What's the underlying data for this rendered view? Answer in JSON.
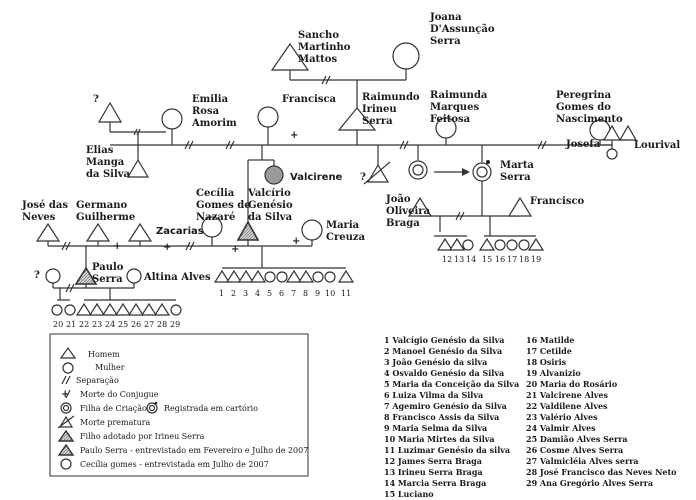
{
  "persons": {
    "sancho": [
      "Sancho",
      "Martinho",
      "Mattos"
    ],
    "joana": [
      "Joana",
      "D'Assunção",
      "Serra"
    ],
    "emilia": [
      "Emilia",
      "Rosa",
      "Amorim"
    ],
    "francisca": "Francisca",
    "raimundo_irineu": [
      "Raimundo",
      "Irineu",
      "Serra"
    ],
    "raimunda": [
      "Raimunda",
      "Marques",
      "Feitosa"
    ],
    "peregrina": [
      "Peregrina",
      "Gomes do",
      "Nascimento"
    ],
    "josefa": "Josefa",
    "lourival": "Lourival",
    "elias": [
      "Elias",
      "Manga",
      "da Silva"
    ],
    "valcirene": "Valcirene",
    "marta": [
      "Marta",
      "Serra"
    ],
    "joao_braga": [
      "João",
      "Oliveira",
      "Braga"
    ],
    "francisco": "Francisco",
    "jose_neves": [
      "José das",
      "Neves"
    ],
    "germano": [
      "Germano",
      "Guilherme"
    ],
    "zacarias": "Zacarias",
    "cecilia": [
      "Cecília",
      "Gomes de",
      "Nazaré"
    ],
    "valcirio": [
      "Valcírio",
      "Genésio",
      "da Silva"
    ],
    "maria_creuza": [
      "Maria",
      "Creuza"
    ],
    "paulo": [
      "Paulo",
      "Serra"
    ],
    "altina": "Altina Alves",
    "unknown_mark": "?"
  },
  "child_numbers": {
    "valcirio_children": [
      "1",
      "2",
      "3",
      "4",
      "5",
      "6",
      "7",
      "8",
      "9",
      "10",
      "11"
    ],
    "marta_children": [
      "12",
      "13",
      "14",
      "15",
      "16",
      "17",
      "18",
      "19"
    ],
    "paulo_children": [
      "20",
      "21",
      "22",
      "23",
      "24",
      "25",
      "26",
      "27",
      "28",
      "29"
    ]
  },
  "legend": {
    "items": [
      "Homem",
      "Mulher",
      "Separação",
      "Morte do Conjugue",
      "Filha de Criação -",
      "Registrada em cartório",
      "Morte prematura",
      "Filho adotado por Irineu Serra",
      "Paulo Serra - entrevistado em Fevereiro e Julho de 2007",
      "Cecília gomes - entrevistada em Julho de 2007"
    ]
  },
  "children_list": {
    "col1": [
      "1 Valcígio Genésio da Silva",
      "2 Manoel Genésio da Silva",
      "3 João Genésio da silva",
      "4 Osvaldo Genésio da Silva",
      "5 Maria da Conceição da Silva",
      "6 Luiza Vilma da Silva",
      "7 Agemiro Genésio da Silva",
      "8 Francisco Assis da Silva",
      "9 Maria Selma da Silva",
      "10 Maria Mirtes da Silva",
      "11 Luzimar Genésio da silva",
      "12 James Serra Braga",
      "13 Irineu Serra Braga",
      "14 Marcia Serra Braga",
      "15 Luciano"
    ],
    "col2": [
      "16 Matilde",
      "17 Cetilde",
      "18 Osiris",
      "19 Alvanizio",
      "20 Maria do Rosário",
      "21 Valcirene Alves",
      "22 Valdilene Alves",
      "23 Valério Alves",
      "24 Valmir Alves",
      "25 Damião Alves Serra",
      "26 Cosme Alves Serra",
      "27 Valmicléia Alves serra",
      "28 José Francisco das Neves Neto",
      "29 Ana Gregório Alves Serra"
    ]
  }
}
